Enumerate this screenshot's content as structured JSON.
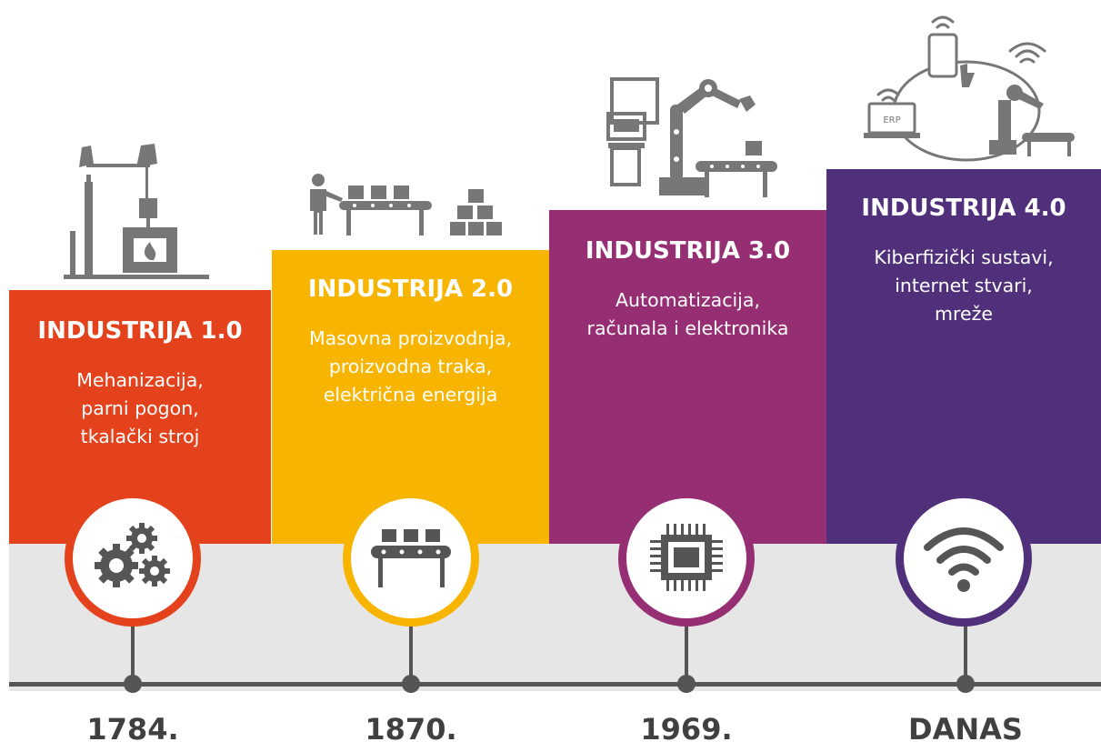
{
  "eras": [
    {
      "title": "INDUSTRIJA 1.0",
      "lines": [
        "Mehanizacija,",
        "parni pogon,",
        "tkalački stroj"
      ],
      "date": "1784.",
      "color": "#e3421c",
      "icon": "gears-icon",
      "illustration": "steam-pump-illustration"
    },
    {
      "title": "INDUSTRIJA 2.0",
      "lines": [
        "Masovna proizvodnja,",
        "proizvodna traka,",
        "električna energija"
      ],
      "date": "1870.",
      "color": "#f7b400",
      "icon": "conveyor-belt-icon",
      "illustration": "assembly-line-illustration"
    },
    {
      "title": "INDUSTRIJA 3.0",
      "lines": [
        "Automatizacija,",
        "računala i elektronika"
      ],
      "date": "1969.",
      "color": "#962e73",
      "icon": "microchip-icon",
      "illustration": "robot-arm-illustration"
    },
    {
      "title": "INDUSTRIJA 4.0",
      "lines": [
        "Kiberfizički sustavi,",
        "internet stvari,",
        "mreže"
      ],
      "date": "DANAS",
      "color": "#50307a",
      "icon": "wifi-icon",
      "illustration": "connected-devices-illustration"
    }
  ],
  "labels": {
    "erp": "ERP"
  },
  "colors": {
    "icon_gray": "#555555",
    "band_gray": "#e6e6e6"
  }
}
